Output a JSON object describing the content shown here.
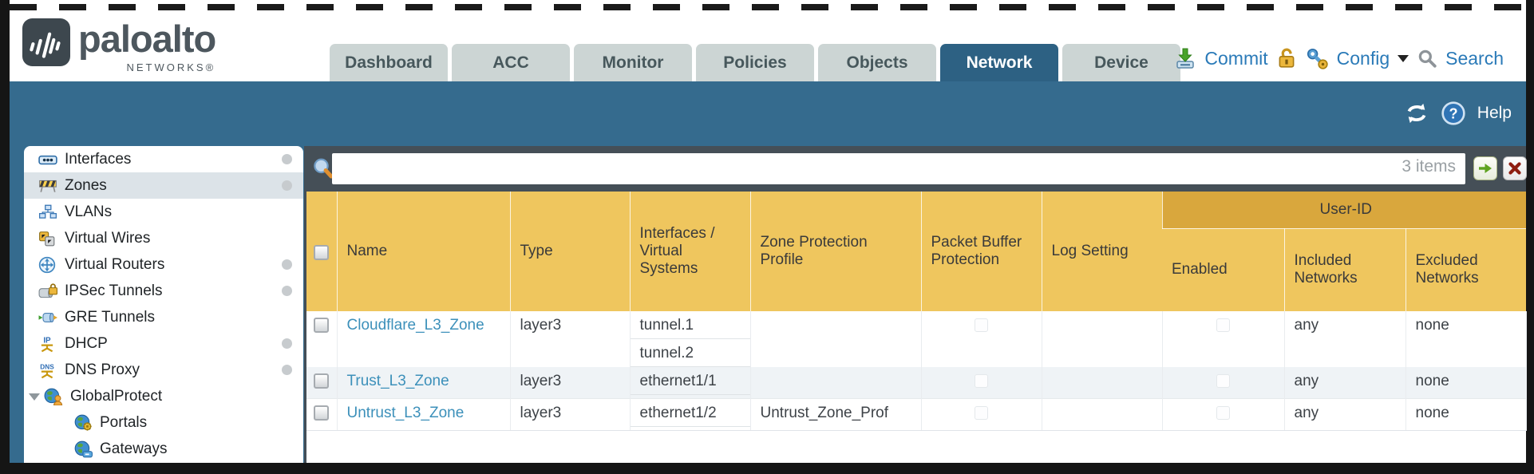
{
  "brand": {
    "name": "paloalto",
    "sub": "NETWORKS®"
  },
  "colors": {
    "teal_band": "#356b8e",
    "active_tab": "#2d6183",
    "inactive_tab": "#ccd5d4",
    "toolbar_gray": "#454f57",
    "header_gold": "#efc65e",
    "group_gold": "#d9a73d",
    "link_blue": "#3c90ba",
    "action_blue": "#2a7ab8"
  },
  "nav": {
    "tabs": [
      {
        "label": "Dashboard"
      },
      {
        "label": "ACC"
      },
      {
        "label": "Monitor"
      },
      {
        "label": "Policies"
      },
      {
        "label": "Objects"
      },
      {
        "label": "Network"
      },
      {
        "label": "Device"
      }
    ],
    "active_tab": "Network",
    "commit_label": "Commit",
    "config_label": "Config",
    "search_label": "Search"
  },
  "band": {
    "help_label": "Help"
  },
  "toolbar": {
    "filter_value": "",
    "items_count": "3 items"
  },
  "sidebar": {
    "items": [
      {
        "label": "Interfaces",
        "dot": true
      },
      {
        "label": "Zones",
        "dot": true,
        "selected": true
      },
      {
        "label": "VLANs",
        "dot": false
      },
      {
        "label": "Virtual Wires",
        "dot": false
      },
      {
        "label": "Virtual Routers",
        "dot": true
      },
      {
        "label": "IPSec Tunnels",
        "dot": true
      },
      {
        "label": "GRE Tunnels",
        "dot": false
      },
      {
        "label": "DHCP",
        "dot": true
      },
      {
        "label": "DNS Proxy",
        "dot": true
      },
      {
        "label": "GlobalProtect",
        "dot": false,
        "expanded": true
      },
      {
        "label": "Portals",
        "child": true
      },
      {
        "label": "Gateways",
        "child": true
      }
    ]
  },
  "table": {
    "group_header": "User-ID",
    "columns": [
      "",
      "Name",
      "Type",
      "Interfaces / Virtual Systems",
      "Zone Protection Profile",
      "Packet Buffer Protection",
      "Log Setting",
      "Enabled",
      "Included Networks",
      "Excluded Networks"
    ],
    "rows": [
      {
        "name": "Cloudflare_L3_Zone",
        "type": "layer3",
        "interfaces": [
          "tunnel.1",
          "tunnel.2"
        ],
        "zone_protection_profile": "",
        "log_setting": "",
        "included_networks": "any",
        "excluded_networks": "none"
      },
      {
        "name": "Trust_L3_Zone",
        "type": "layer3",
        "interfaces": [
          "ethernet1/1"
        ],
        "zone_protection_profile": "",
        "log_setting": "",
        "included_networks": "any",
        "excluded_networks": "none"
      },
      {
        "name": "Untrust_L3_Zone",
        "type": "layer3",
        "interfaces": [
          "ethernet1/2"
        ],
        "zone_protection_profile": "Untrust_Zone_Prof",
        "log_setting": "",
        "included_networks": "any",
        "excluded_networks": "none"
      }
    ]
  }
}
